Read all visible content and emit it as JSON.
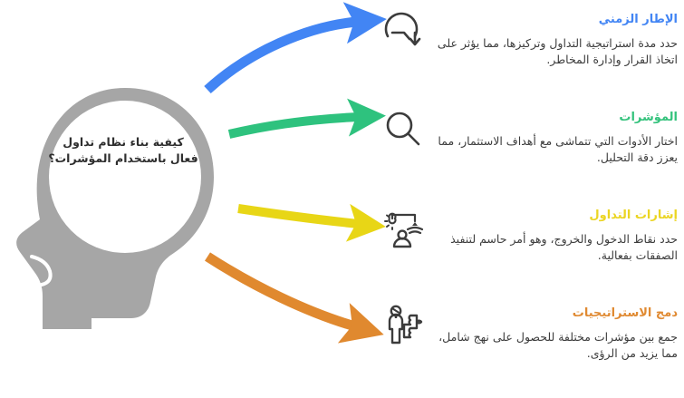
{
  "central": {
    "question": "كيفية بناء نظام تداول فعال باستخدام المؤشرات؟",
    "silhouette_color": "#a6a6a6"
  },
  "sections": [
    {
      "id": "timeframe",
      "icon": "clock-timer-icon",
      "title": "الإطار الزمني",
      "description": "حدد مدة استراتيجية التداول وتركيزها، مما يؤثر على اتخاذ القرار وإدارة المخاطر.",
      "color": "#4285f4",
      "arrow_color": "#4285f4"
    },
    {
      "id": "indicators",
      "icon": "magnifier-icon",
      "title": "المؤشرات",
      "description": "اختار الأدوات التي تتماشى مع أهداف الاستثمار، مما يعزز دقة التحليل.",
      "color": "#34c27c",
      "arrow_color": "#2ec27e"
    },
    {
      "id": "trading-signals",
      "icon": "signal-person-icon",
      "title": "إشارات التداول",
      "description": "حدد نقاط الدخول والخروج، وهو أمر حاسم لتنفيذ الصفقات بفعالية.",
      "color": "#ebd523",
      "arrow_color": "#e8d616"
    },
    {
      "id": "strategy-integration",
      "icon": "person-puzzle-icon",
      "title": "دمج الاستراتيجيات",
      "description": "جمع بين مؤشرات مختلفة للحصول على نهج شامل، مما يزيد من الرؤى.",
      "color": "#e08a32",
      "arrow_color": "#e0892f"
    }
  ]
}
